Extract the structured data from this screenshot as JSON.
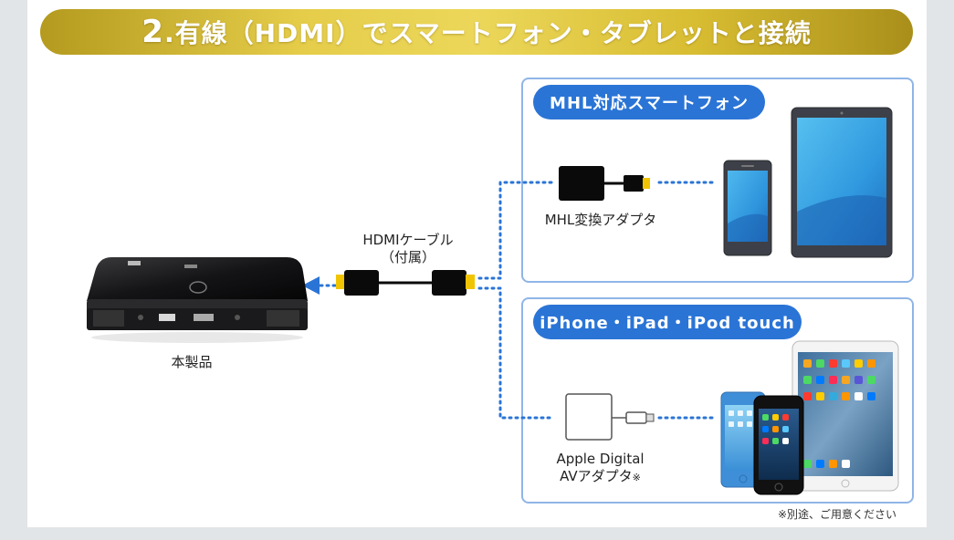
{
  "banner": {
    "number": "2",
    "title": ".有線（HDMI）でスマートフォン・タブレットと接続"
  },
  "sections": {
    "mhl": {
      "pill": "MHL対応スマートフォン",
      "adapter_label": "MHL変換アダプタ"
    },
    "apple": {
      "pill": "iPhone・iPad・iPod touch",
      "adapter_line1": "Apple Digital",
      "adapter_line2": "AVアダプタ",
      "adapter_mark": "※"
    }
  },
  "cable": {
    "line1": "HDMIケーブル",
    "line2": "（付属）"
  },
  "device": {
    "label": "本製品"
  },
  "note": "※別途、ご用意ください",
  "colors": {
    "accent": "#2a74d6",
    "banner_gold": "#d8bd32",
    "box_border": "#8fb5e6"
  }
}
